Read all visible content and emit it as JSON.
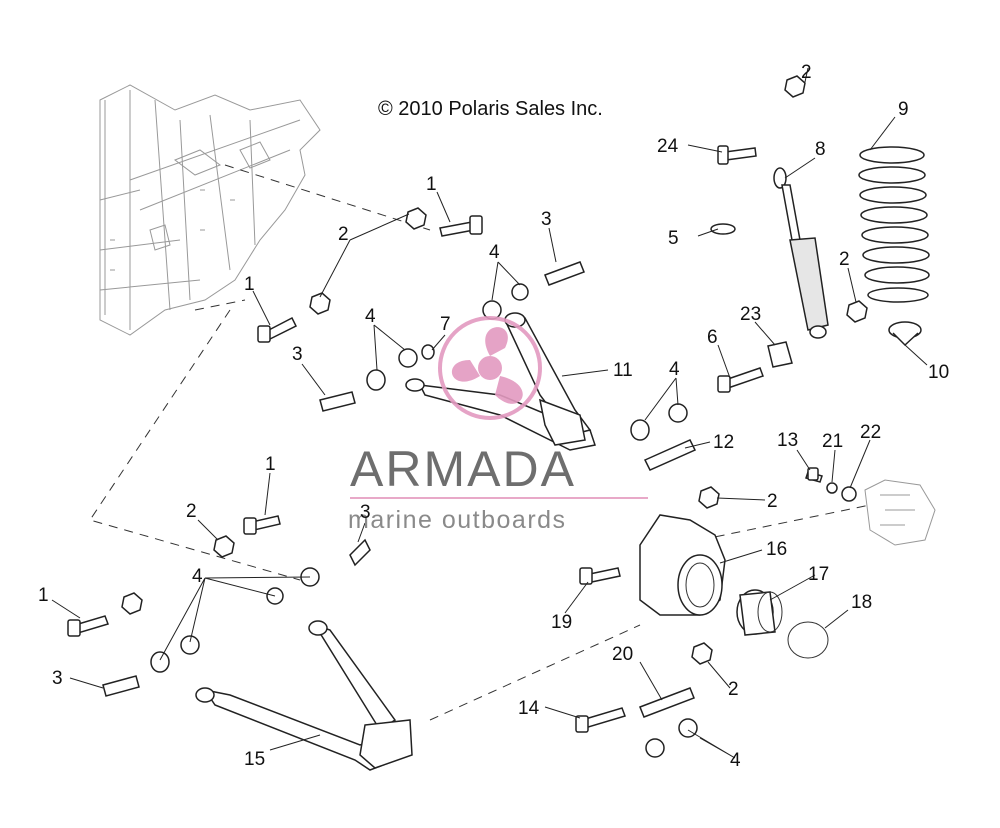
{
  "copyright": "© 2010 Polaris Sales Inc.",
  "watermark": {
    "brand": "ARMADA",
    "tagline": "marine outboards",
    "colors": {
      "text": "#6e6e6e",
      "accent": "#e39ac0",
      "line": "#e8a9c8"
    },
    "logo_icon": "propeller-logo-icon"
  },
  "labels": [
    {
      "id": "l1",
      "text": "2"
    },
    {
      "id": "l2",
      "text": "9"
    },
    {
      "id": "l3",
      "text": "24"
    },
    {
      "id": "l4",
      "text": "8"
    },
    {
      "id": "l5",
      "text": "1"
    },
    {
      "id": "l6",
      "text": "3"
    },
    {
      "id": "l7",
      "text": "2"
    },
    {
      "id": "l8",
      "text": "4"
    },
    {
      "id": "l9",
      "text": "5"
    },
    {
      "id": "l10",
      "text": "2"
    },
    {
      "id": "l11",
      "text": "1"
    },
    {
      "id": "l12",
      "text": "23"
    },
    {
      "id": "l13",
      "text": "4"
    },
    {
      "id": "l14",
      "text": "7"
    },
    {
      "id": "l15",
      "text": "3"
    },
    {
      "id": "l16",
      "text": "6"
    },
    {
      "id": "l17",
      "text": "11"
    },
    {
      "id": "l18",
      "text": "10"
    },
    {
      "id": "l19",
      "text": "4"
    },
    {
      "id": "l20",
      "text": "12"
    },
    {
      "id": "l21",
      "text": "13"
    },
    {
      "id": "l22",
      "text": "21"
    },
    {
      "id": "l23",
      "text": "22"
    },
    {
      "id": "l24",
      "text": "1"
    },
    {
      "id": "l25",
      "text": "2"
    },
    {
      "id": "l26",
      "text": "3"
    },
    {
      "id": "l27",
      "text": "2"
    },
    {
      "id": "l28",
      "text": "16"
    },
    {
      "id": "l29",
      "text": "4"
    },
    {
      "id": "l30",
      "text": "17"
    },
    {
      "id": "l31",
      "text": "1"
    },
    {
      "id": "l32",
      "text": "18"
    },
    {
      "id": "l33",
      "text": "19"
    },
    {
      "id": "l34",
      "text": "3"
    },
    {
      "id": "l35",
      "text": "20"
    },
    {
      "id": "l36",
      "text": "2"
    },
    {
      "id": "l37",
      "text": "14"
    },
    {
      "id": "l38",
      "text": "15"
    },
    {
      "id": "l39",
      "text": "4"
    }
  ]
}
